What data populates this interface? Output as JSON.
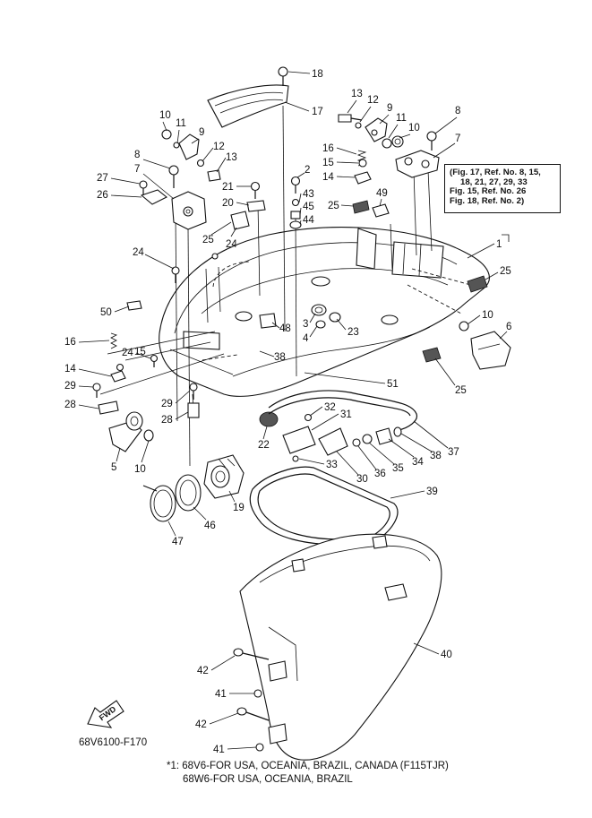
{
  "callout": {
    "line1": "(Fig. 17, Ref. No. 8, 15,",
    "line2": "18, 21, 27, 29, 33",
    "line3": "Fig. 15, Ref. No. 26",
    "line4": "Fig. 18, Ref. No. 2)"
  },
  "fwd_label": "FWD",
  "diagram_code": "68V6100-F170",
  "footnote": {
    "line1": "*1: 68V6-FOR USA, OCEANIA, BRAZIL, CANADA (F115TJR)",
    "line2": "68W6-FOR USA, OCEANIA, BRAZIL"
  },
  "part_numbers": [
    "1",
    "2",
    "3",
    "4",
    "5",
    "6",
    "7",
    "8",
    "9",
    "10",
    "11",
    "12",
    "13",
    "14",
    "15",
    "16",
    "17",
    "18",
    "19",
    "20",
    "21",
    "22",
    "23",
    "24",
    "25",
    "26",
    "27",
    "28",
    "29",
    "30",
    "31",
    "32",
    "33",
    "34",
    "35",
    "36",
    "37",
    "38",
    "39",
    "40",
    "41",
    "42",
    "43",
    "44",
    "45",
    "46",
    "47",
    "48",
    "49",
    "50",
    "51"
  ],
  "star_marker": "*1"
}
